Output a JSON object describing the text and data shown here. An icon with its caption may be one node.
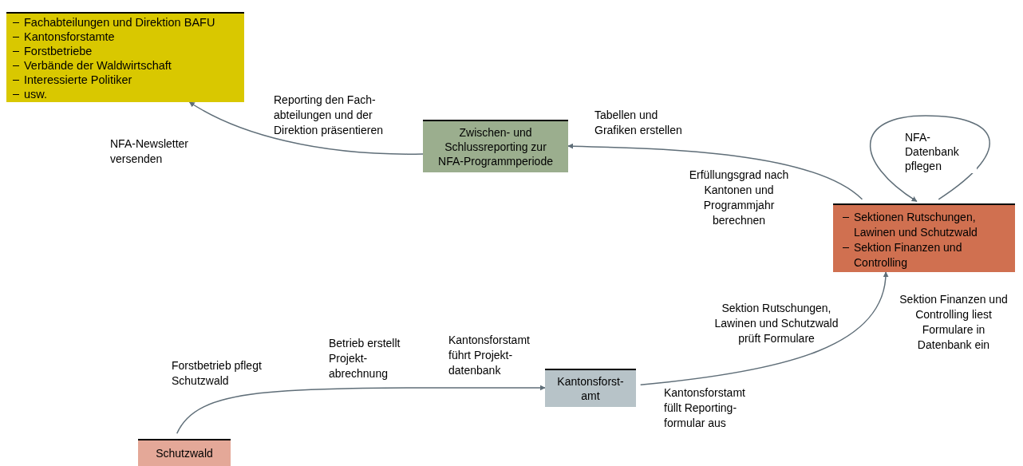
{
  "diagram": {
    "nodes": [
      {
        "text": [
          "Fachabteilungen und Direktion BAFU",
          "Kantonsforstamte",
          "Forstbetriebe",
          "Verbände der Waldwirtschaft",
          "Interessierte Politiker",
          "usw."
        ]
      },
      {
        "text": [
          "Zwischen- und Schlussreporting zur NFA-Programmperiode"
        ]
      },
      {
        "text": [
          "Sektionen Rutschungen, Lawinen und Schutzwald",
          "Sektion Finanzen und Controlling"
        ]
      },
      {
        "text": [
          "Kantonsforst- amt"
        ]
      },
      {
        "text": [
          "Schutzwald"
        ]
      }
    ],
    "edges": [
      {
        "from": 1,
        "to": 0,
        "arrow": "to"
      },
      {
        "from": 2,
        "to": 1,
        "arrow": "to"
      },
      {
        "from": 2,
        "to": 2,
        "arrow": "to",
        "label": "NFA- Datenbank pflegen"
      },
      {
        "from": 4,
        "to": 3,
        "arrow": "to"
      },
      {
        "from": 3,
        "to": 2,
        "arrow": "to"
      }
    ],
    "labels": [
      "Reporting den Fach- abteilungen und der Direktion präsentieren",
      "NFA-Newsletter versenden",
      "Tabellen und Grafiken erstellen",
      "Erfüllungsgrad nach Kantonen und Programmjahr berechnen",
      "Forstbetrieb pflegt Schutzwald",
      "Betrieb erstellt Projekt- abrechnung",
      "Kantonsforstamt führt Projekt- datenbank",
      "Sektion Rutschungen, Lawinen und Schutzwald prüft Formulare",
      "Sektion Finanzen und Controlling liest Formulare in Datenbank ein",
      "Kantonsforstamt füllt Reporting- formular aus"
    ]
  }
}
